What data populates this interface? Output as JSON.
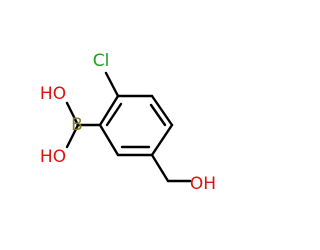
{
  "molecule": {
    "atoms": {
      "cl": {
        "label": "Cl",
        "color": "#1fa01f"
      },
      "b": {
        "label": "B",
        "color": "#7f7f2e"
      },
      "oh1": {
        "label": "HO",
        "color": "#e01010"
      },
      "oh2": {
        "label": "HO",
        "color": "#e01010"
      },
      "oh3": {
        "label": "OH",
        "color": "#e01010"
      }
    },
    "bond_color": "#000000"
  }
}
